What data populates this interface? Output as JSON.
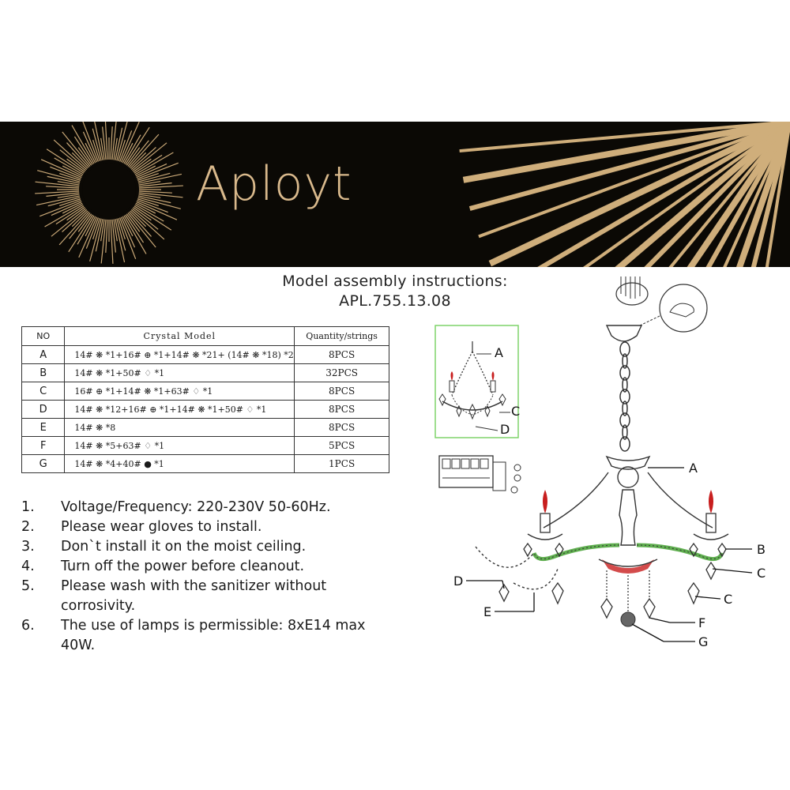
{
  "brand": {
    "name": "Aployt"
  },
  "title": {
    "line1": "Model assembly instructions:",
    "line2": "APL.755.13.08"
  },
  "table": {
    "headers": [
      "NO",
      "Crystal    Model",
      "Quantity/strings"
    ],
    "rows": [
      {
        "no": "A",
        "model": "14# ❋ *1+16# ⊕ *1+14# ❋ *21+ (14# ❋ *18) *2",
        "qty": "8PCS"
      },
      {
        "no": "B",
        "model": "14# ❋ *1+50# ♢ *1",
        "qty": "32PCS"
      },
      {
        "no": "C",
        "model": "16# ⊕ *1+14# ❋ *1+63# ♢ *1",
        "qty": "8PCS"
      },
      {
        "no": "D",
        "model": "14# ❋ *12+16# ⊕ *1+14# ❋ *1+50# ♢ *1",
        "qty": "8PCS"
      },
      {
        "no": "E",
        "model": "14# ❋ *8",
        "qty": "8PCS"
      },
      {
        "no": "F",
        "model": "14# ❋ *5+63# ♢ *1",
        "qty": "5PCS"
      },
      {
        "no": "G",
        "model": "14# ❋ *4+40# ● *1",
        "qty": "1PCS"
      }
    ]
  },
  "notes": [
    {
      "num": "1.",
      "text": "Voltage/Frequency: 220-230V 50-60Hz."
    },
    {
      "num": "2.",
      "text": "Please wear gloves to install."
    },
    {
      "num": "3.",
      "text": "Don`t install it on the moist ceiling."
    },
    {
      "num": "4.",
      "text": "Turn off the power before cleanout."
    },
    {
      "num": "5.",
      "text": "Please wash with the sanitizer without corrosivity."
    },
    {
      "num": "6.",
      "text": "The use of lamps is permissible: 8xE14 max 40W."
    }
  ],
  "diagram": {
    "callouts": [
      "A",
      "B",
      "C",
      "C",
      "D",
      "E",
      "F",
      "G"
    ],
    "inset_callouts": [
      "A",
      "C",
      "D"
    ]
  },
  "colors": {
    "banner_bg": "#0b0905",
    "gold": "#d9b98c",
    "inset_border": "#7fd36a",
    "arm_green": "#5fae4f",
    "flame_red": "#c81e1e"
  }
}
